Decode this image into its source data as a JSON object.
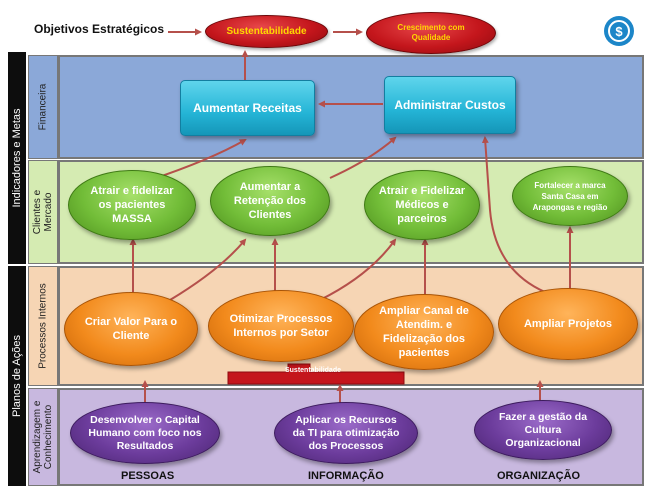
{
  "header": {
    "title": "Objetivos Estratégicos",
    "goal_1": "Sustentabilidade",
    "goal_2": "Crescimento com Qualidade"
  },
  "left_groups": {
    "indicators": "Indicadores e Metas",
    "plans": "Planos de Ações"
  },
  "rows": {
    "financial": "Financeira",
    "clients": "Clientes e Mercado",
    "processes": "Processos Internos",
    "learning": "Aprendizagem e Conhecimento"
  },
  "financial_boxes": {
    "revenue": "Aumentar  Receitas",
    "costs": "Administrar Custos"
  },
  "client_goals": [
    "Atrair e fidelizar os pacientes MASSA",
    "Aumentar a Retenção dos Clientes",
    "Atrair e Fidelizar Médicos e parceiros",
    "Fortalecer a marca Santa Casa em Arapongas e região"
  ],
  "process_goals": [
    "Criar Valor Para o Cliente",
    "Otimizar Processos Internos por Setor",
    "Ampliar Canal de Atendim. e Fidelização dos pacientes",
    "Ampliar Projetos"
  ],
  "process_banner": "Sustentabilidade",
  "learning_goals": [
    "Desenvolver  o Capital Humano com foco nos Resultados",
    "Aplicar os Recursos da TI para otimização dos Processos",
    "Fazer a gestão da Cultura Organizacional"
  ],
  "learning_labels": [
    "PESSOAS",
    "INFORMAÇÃO",
    "ORGANIZAÇÃO"
  ],
  "colors": {
    "financial_band": "#8ba8d8",
    "clients_band": "#d5ebb2",
    "processes_band": "#f6d5b4",
    "learning_band": "#c8b8df",
    "arrow": "#b5504b"
  }
}
